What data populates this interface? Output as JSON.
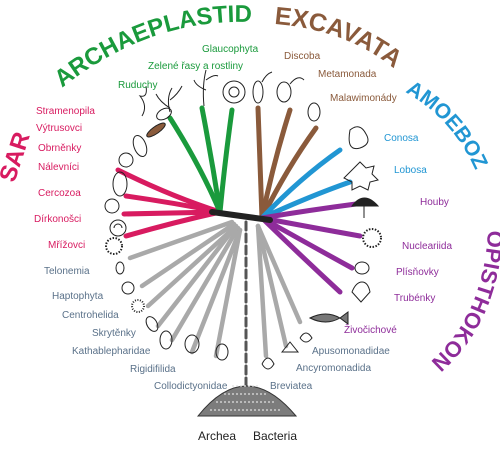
{
  "colors": {
    "sar": "#d81b60",
    "archaeplastida": "#1a9a3c",
    "excavata": "#8a5a3b",
    "amoebozoa": "#2196d3",
    "opisthokonta": "#8e2c9a",
    "other": "#a9a9a9",
    "trunk": "#222222"
  },
  "supergroups": {
    "sar": "SAR",
    "archaeplastida": "ARCHAEPLASTIDA",
    "excavata": "EXCAVATA",
    "amoebozoa": "AMOEBOZOA",
    "opisthokonta": "OPISTHOKONTA"
  },
  "taxa": {
    "stramenopila": "Stramenopila",
    "vytrusovci": "Výtrusovci",
    "obrnenky": "Obrněnky",
    "nalevnici": "Nálevníci",
    "cercozoa": "Cercozoa",
    "dirkonosci": "Dírkonošci",
    "mrizovci": "Mřížovci",
    "ruduchy": "Ruduchy",
    "glaucophyta": "Glaucophyta",
    "zelene_rasy": "Zelené řasy a rostliny",
    "discoba": "Discoba",
    "metamonada": "Metamonada",
    "malawimonady": "Malawimonády",
    "conosa": "Conosa",
    "lobosa": "Lobosa",
    "houby": "Houby",
    "nucleariida": "Nucleariida",
    "plisnovky": "Plísňovky",
    "trubenky": "Trubénky",
    "zivocichove": "Živočichové",
    "telonemia": "Telonemia",
    "haptophyta": "Haptophyta",
    "centrohelida": "Centrohelida",
    "skrytenky": "Skrytěnky",
    "kathablepharidae": "Kathablepharidae",
    "rigidifilida": "Rigidifilida",
    "collodictyonidae": "Collodictyonidae",
    "apusomonadidae": "Apusomonadidae",
    "ancyromonadida": "Ancyromonadida",
    "breviatea": "Breviatea"
  },
  "root": {
    "archea": "Archea",
    "bacteria": "Bacteria"
  }
}
